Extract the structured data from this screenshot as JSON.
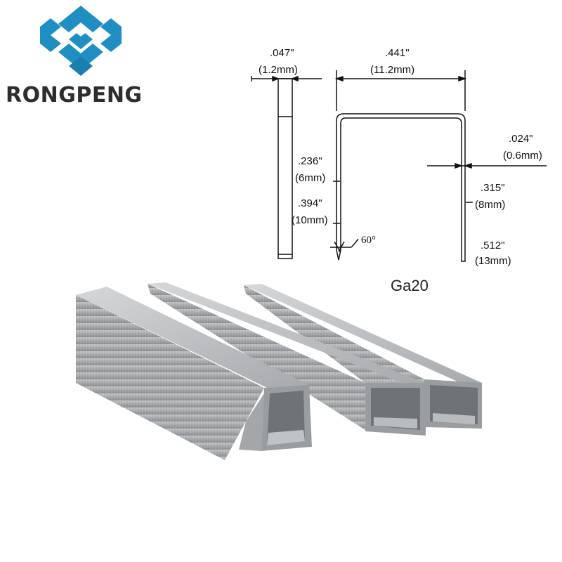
{
  "brand": {
    "name": "RONGPENG",
    "logo_color": "#1f8fc3",
    "logo_icon": "interlocking-diamond-logo-icon"
  },
  "spec": {
    "model": "Ga20",
    "wire_width_in": ".047\"",
    "wire_width_mm": "(1.2mm)",
    "crown_width_in": ".441\"",
    "crown_width_mm": "(11.2mm)",
    "thickness_in": ".024\"",
    "thickness_mm": "(0.6mm)",
    "leg1_in": ".236\"",
    "leg1_mm": "(6mm)",
    "leg2_in": ".315\"",
    "leg2_mm": "(8mm)",
    "leg3_in": ".394\"",
    "leg3_mm": "(10mm)",
    "leg4_in": ".512\"",
    "leg4_mm": "(13mm)",
    "point_angle": "60°"
  },
  "product_image": {
    "subject": "staple-strips-photo",
    "count": 3,
    "color": "#b9bcbf"
  }
}
